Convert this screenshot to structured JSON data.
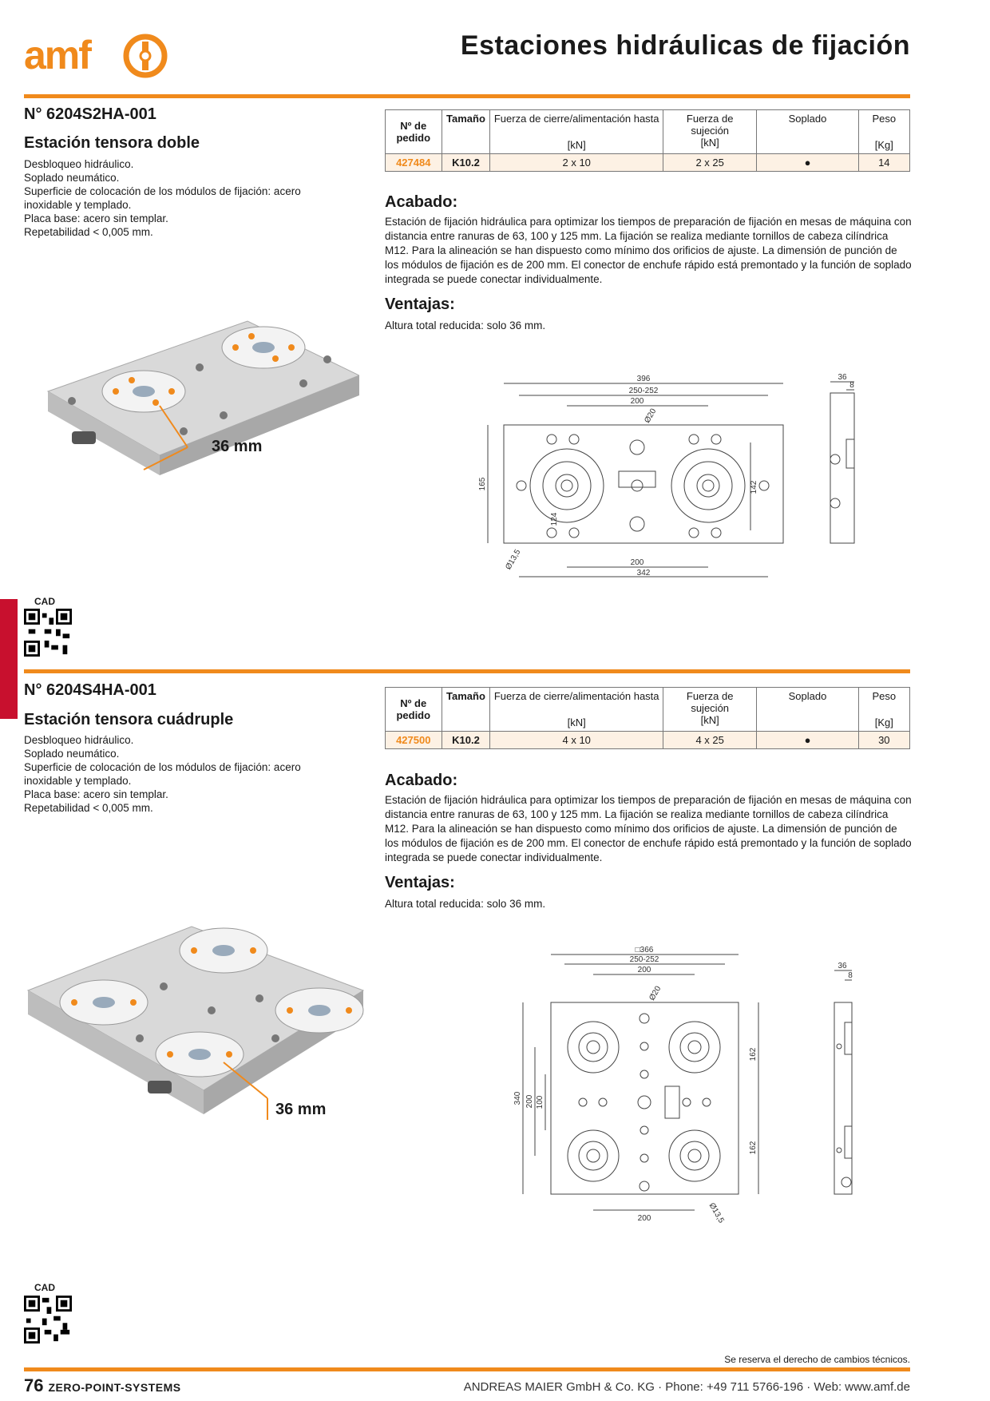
{
  "header": {
    "brand": "amf",
    "title": "Estaciones hidráulicas de fijación"
  },
  "colors": {
    "accent": "#f08a1c",
    "side_tab": "#c8102e",
    "row_bg": "#fdf1e4"
  },
  "table_headers": {
    "order_no": "Nº de pedido",
    "size": "Tamaño",
    "closing_force": "Fuerza de cierre/alimentación hasta",
    "closing_force_unit": "[kN]",
    "clamping_force": "Fuerza de sujeción",
    "clamping_force_unit": "[kN]",
    "blowing": "Soplado",
    "weight": "Peso",
    "weight_unit": "[Kg]"
  },
  "products": [
    {
      "article_no": "N° 6204S2HA-001",
      "name": "Estación tensora doble",
      "features": [
        "Desbloqueo hidráulico.",
        "Soplado neumático.",
        "Superficie de colocación de los módulos de fijación: acero inoxidable y templado.",
        "Placa base: acero sin templar.",
        "Repetabilidad < 0,005 mm."
      ],
      "row": {
        "order_no": "427484",
        "size": "K10.2",
        "closing_force": "2 x 10",
        "clamping_force": "2 x 25",
        "blowing": "●",
        "weight": "14"
      },
      "finish_heading": "Acabado:",
      "finish_text": "Estación de fijación hidráulica para optimizar los tiempos de preparación de fijación en mesas de máquina con distancia entre ranuras de 63, 100 y 125 mm. La fijación se realiza mediante tornillos de cabeza cilíndrica M12. Para la alineación se han dispuesto como mínimo dos orificios de ajuste. La dimensión de punción de los módulos de fijación es de 200 mm. El conector de enchufe rápido está premontado y la función de soplado integrada se puede conectar individualmente.",
      "advantages_heading": "Ventajas:",
      "advantages_text": "Altura total reducida: solo 36 mm.",
      "height_badge": "36 mm",
      "cad_label": "CAD",
      "dims": {
        "d396": "396",
        "d250": "250-252",
        "d200a": "200",
        "dphi20": "Ø20",
        "d36": "36",
        "d8": "8",
        "d165": "165",
        "d124": "124",
        "d142": "142",
        "dphi13": "Ø13,5",
        "d200b": "200",
        "d342": "342"
      }
    },
    {
      "article_no": "N° 6204S4HA-001",
      "name": "Estación tensora cuádruple",
      "features": [
        "Desbloqueo hidráulico.",
        "Soplado neumático.",
        "Superficie de colocación de los módulos de fijación: acero inoxidable y templado.",
        "Placa base: acero sin templar.",
        "Repetabilidad < 0,005 mm."
      ],
      "row": {
        "order_no": "427500",
        "size": "K10.2",
        "closing_force": "4 x 10",
        "clamping_force": "4 x 25",
        "blowing": "●",
        "weight": "30"
      },
      "finish_heading": "Acabado:",
      "finish_text": "Estación de fijación hidráulica para optimizar los tiempos de preparación de fijación en mesas de máquina con distancia entre ranuras de 63, 100 y 125 mm. La fijación se realiza mediante tornillos de cabeza cilíndrica M12. Para la alineación se han dispuesto como mínimo dos orificios de ajuste. La dimensión de punción de los módulos de fijación es de 200 mm. El conector de enchufe rápido está premontado y la función de soplado integrada se puede conectar individualmente.",
      "advantages_heading": "Ventajas:",
      "advantages_text": "Altura total reducida: solo 36 mm.",
      "height_badge": "36 mm",
      "cad_label": "CAD",
      "dims": {
        "d366": "□366",
        "d250": "250-252",
        "d200a": "200",
        "dphi20": "Ø20",
        "d36": "36",
        "d8": "8",
        "d340": "340",
        "d200v": "200",
        "d100": "100",
        "d162a": "162",
        "d162b": "162",
        "d200b": "200",
        "dphi13": "Ø13,5"
      }
    }
  ],
  "footer": {
    "page_number": "76",
    "series": "ZERO-POINT-SYSTEMS",
    "company": "ANDREAS MAIER GmbH & Co. KG · Phone: +49 711 5766-196 · Web: www.amf.de",
    "note": "Se reserva el derecho de cambios técnicos."
  }
}
